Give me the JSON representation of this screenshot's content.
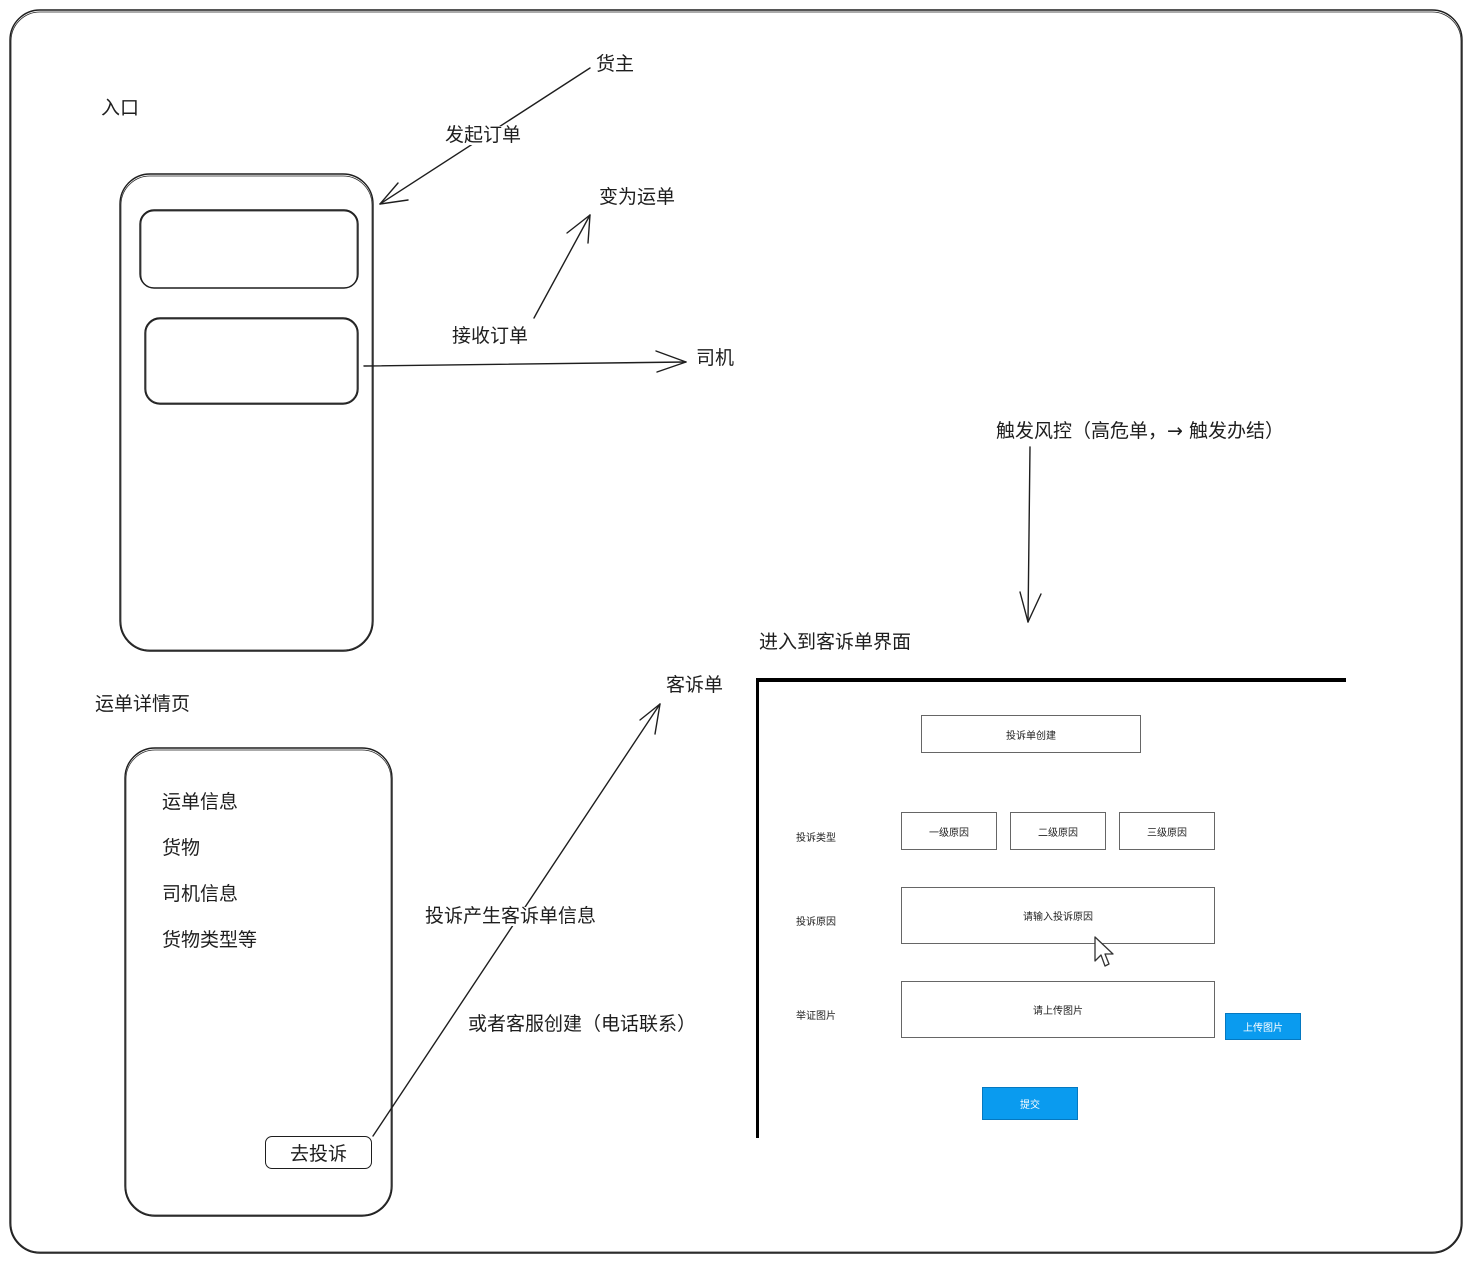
{
  "labels": {
    "entry": "入口",
    "shipper": "货主",
    "initiate_order": "发起订单",
    "to_waybill": "变为运单",
    "accept_order": "接收订单",
    "driver": "司机",
    "risk_control": "触发风控（高危单，→ 触发办结）",
    "enter_complaint_page": "进入到客诉单界面",
    "complaint_ticket": "客诉单",
    "waybill_detail_page": "运单详情页",
    "complaint_generates": "投诉产生客诉单信息",
    "cs_create": "或者客服创建（电话联系）"
  },
  "detail_list": [
    "运单信息",
    "货物",
    "司机信息",
    "货物类型等"
  ],
  "complain_button": "去投诉",
  "form": {
    "title": "投诉单创建",
    "type_label": "投诉类型",
    "reasons": [
      "一级原因",
      "二级原因",
      "三级原因"
    ],
    "reason_label": "投诉原因",
    "reason_placeholder": "请输入投诉原因",
    "evidence_label": "举证图片",
    "evidence_placeholder": "请上传图片",
    "upload_button": "上传图片",
    "submit_button": "提交"
  },
  "colors": {
    "stroke": "#1e1e1e",
    "accent_blue": "#0a9bef"
  }
}
